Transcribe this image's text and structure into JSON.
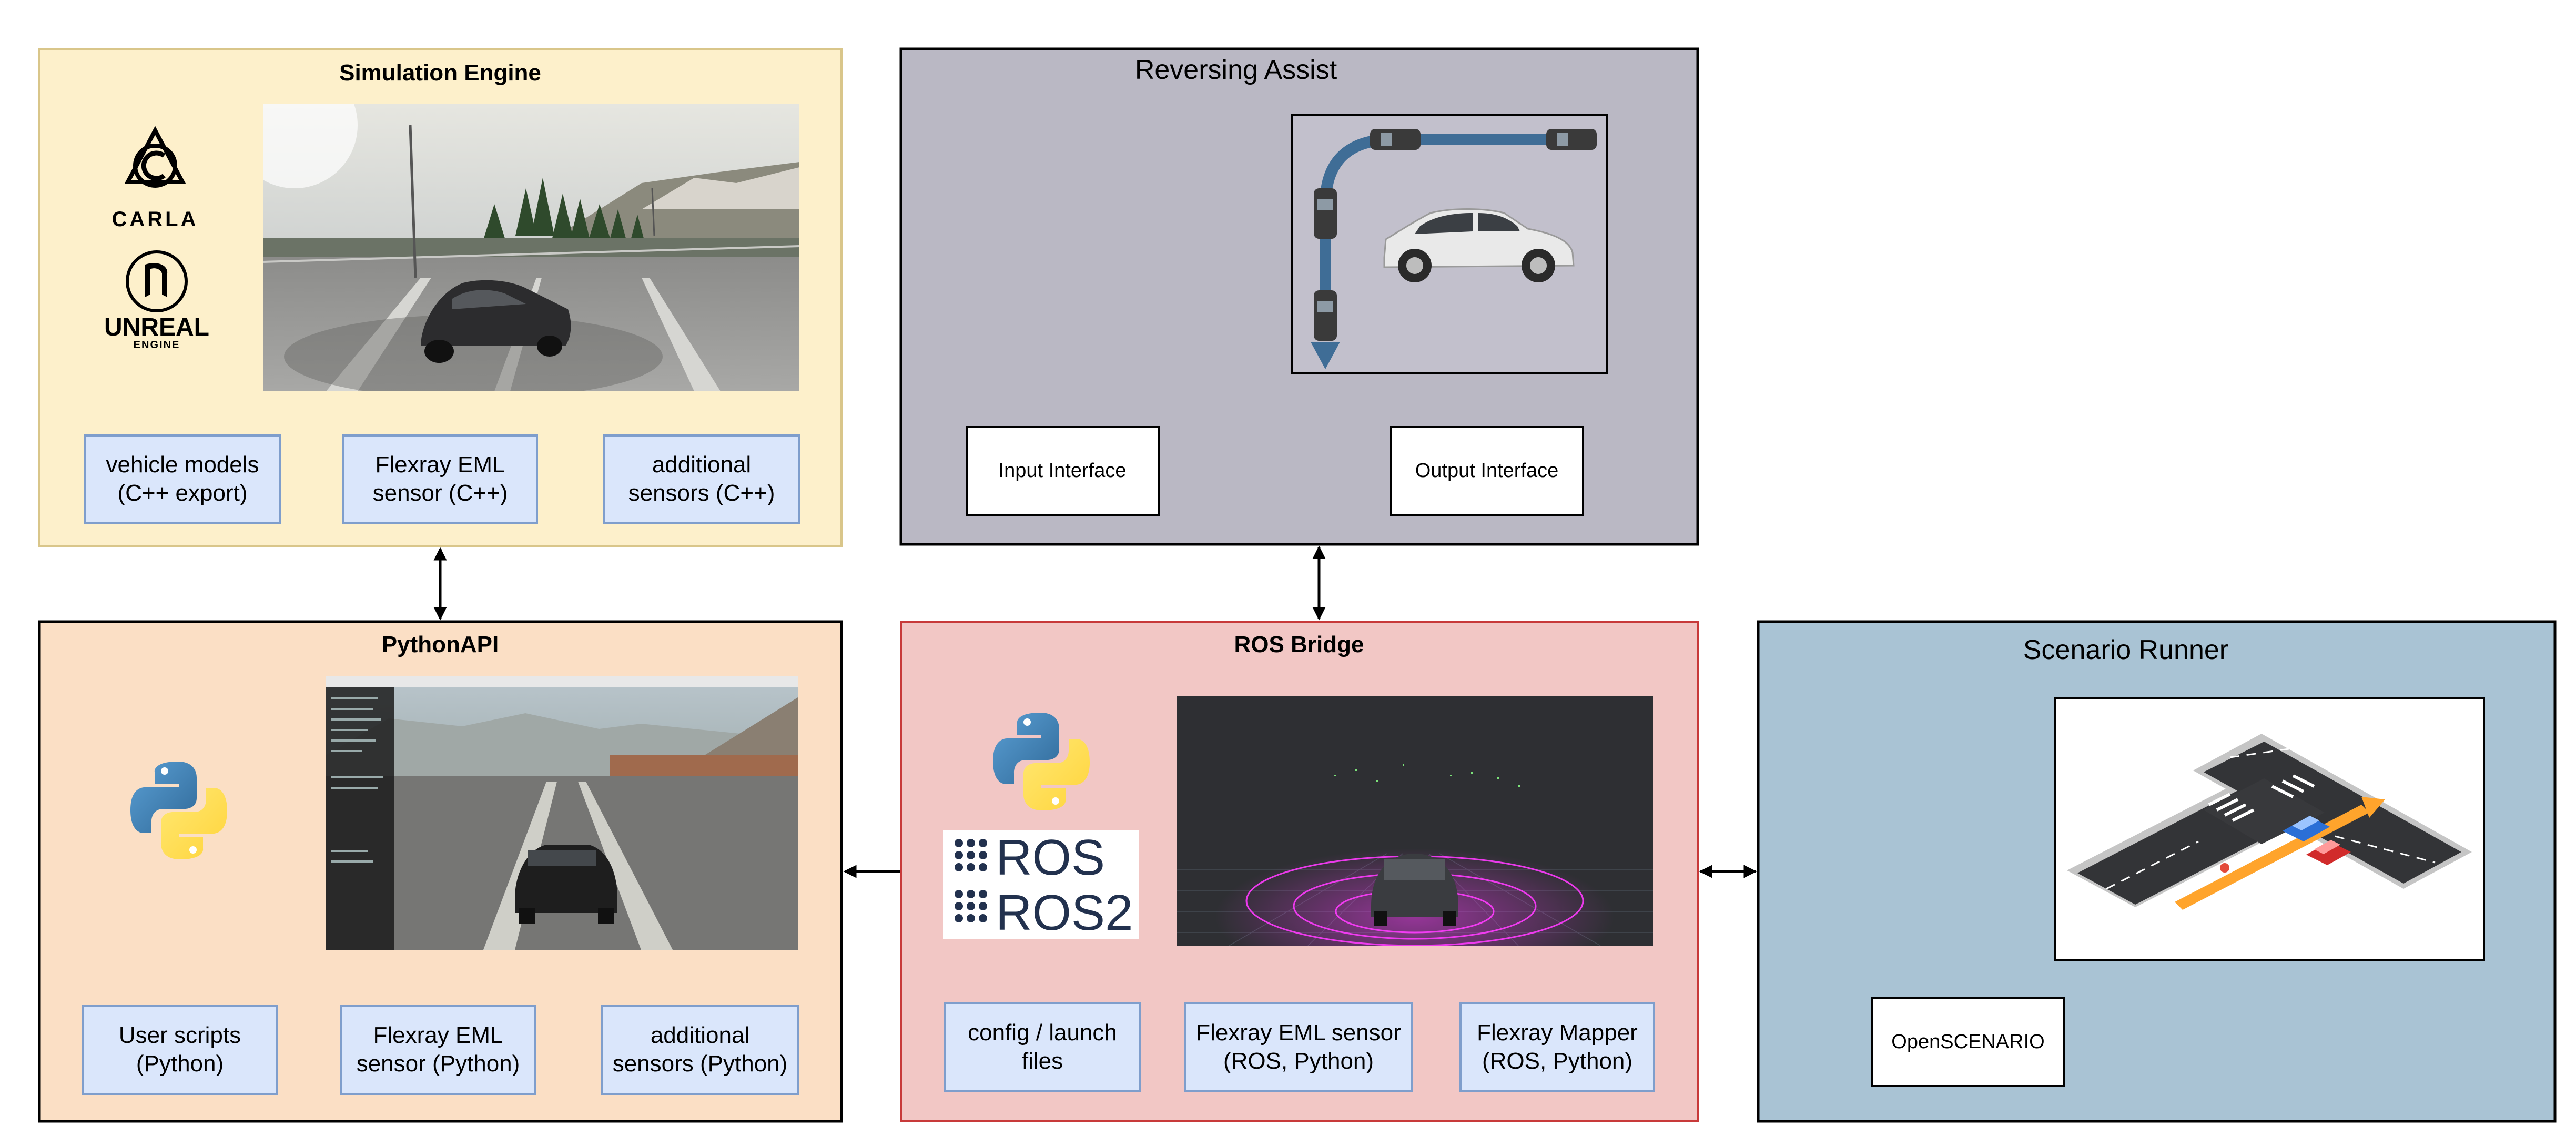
{
  "boxes": {
    "simulation_engine": {
      "title": "Simulation Engine",
      "bg": "#fdf0cb",
      "border": "#d9c68a",
      "logos": {
        "carla": "CARLA",
        "unreal_line1": "UNREAL",
        "unreal_line2": "ENGINE"
      },
      "image": "carla-driving-scene",
      "components": [
        [
          "vehicle models",
          "(C++ export)"
        ],
        [
          "Flexray EML",
          "sensor (C++)"
        ],
        [
          "additional",
          "sensors (C++)"
        ]
      ]
    },
    "reversing_assist": {
      "title": "Reversing Assist",
      "bg": "#bab8c4",
      "border": "#000000",
      "image": "reversing-path-illustration",
      "interfaces": [
        "Input Interface",
        "Output Interface"
      ]
    },
    "python_api": {
      "title": "PythonAPI",
      "bg": "#fbdfc5",
      "border": "#000000",
      "image": "python-client-window-screenshot",
      "components": [
        [
          "User scripts",
          "(Python)"
        ],
        [
          "Flexray EML",
          "sensor (Python)"
        ],
        [
          "additional",
          "sensors (Python)"
        ]
      ]
    },
    "ros_bridge": {
      "title": "ROS Bridge",
      "bg": "#f2c7c5",
      "border": "#c83a3a",
      "logos": {
        "ros": "ROS",
        "ros2": "ROS2"
      },
      "image": "lidar-pointcloud-visualization",
      "components": [
        [
          "config / launch",
          "files"
        ],
        [
          "Flexray EML sensor",
          "(ROS, Python)"
        ],
        [
          "Flexray Mapper",
          "(ROS, Python)"
        ]
      ]
    },
    "scenario_runner": {
      "title": "Scenario Runner",
      "bg": "#a9c3d4",
      "border": "#000000",
      "image": "intersection-scenario-illustration",
      "interfaces": [
        "OpenSCENARIO"
      ]
    }
  },
  "colors": {
    "component_fill": "#dae6fb",
    "component_border": "#7f9ecc",
    "arrow": "#000000",
    "path_blue": "#3f6d96"
  },
  "icons": [
    "carla-logo-icon",
    "unreal-logo-icon",
    "python-logo-icon",
    "ros-logo-icon",
    "ros2-logo-icon"
  ]
}
